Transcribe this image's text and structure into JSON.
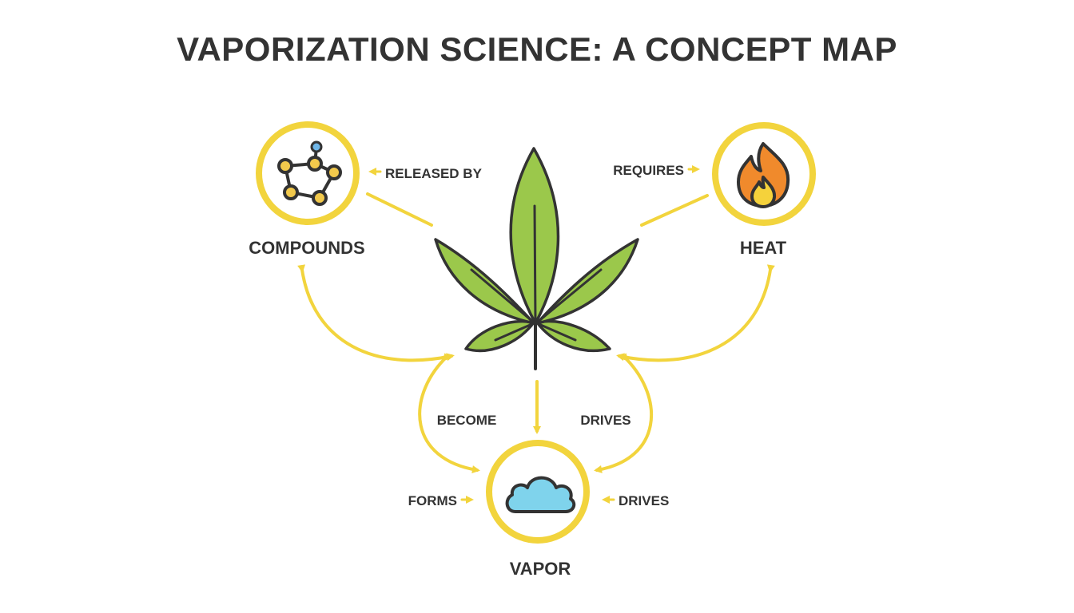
{
  "title": "VAPORIZATION SCIENCE: A CONCEPT MAP",
  "colors": {
    "accent": "#F2D43D",
    "text": "#333333",
    "leaf": "#9BC84B",
    "flame_outer": "#F08A2C",
    "flame_inner": "#F5D23B",
    "cloud": "#7FD3EC",
    "molecule_node": "#F2C94C",
    "molecule_top": "#6FB6E8",
    "outline": "#333333"
  },
  "nodes": {
    "compounds": {
      "label": "COMPOUNDS",
      "icon": "molecule-icon"
    },
    "heat": {
      "label": "HEAT",
      "icon": "flame-icon"
    },
    "vapor": {
      "label": "VAPOR",
      "icon": "cloud-icon"
    },
    "center": {
      "icon": "cannabis-leaf-icon"
    }
  },
  "edges": {
    "released_by": "RELEASED BY",
    "requires": "REQUIRES",
    "become": "BECOME",
    "drives_upper": "DRIVES",
    "forms": "FORMS",
    "drives_lower": "DRIVES"
  }
}
